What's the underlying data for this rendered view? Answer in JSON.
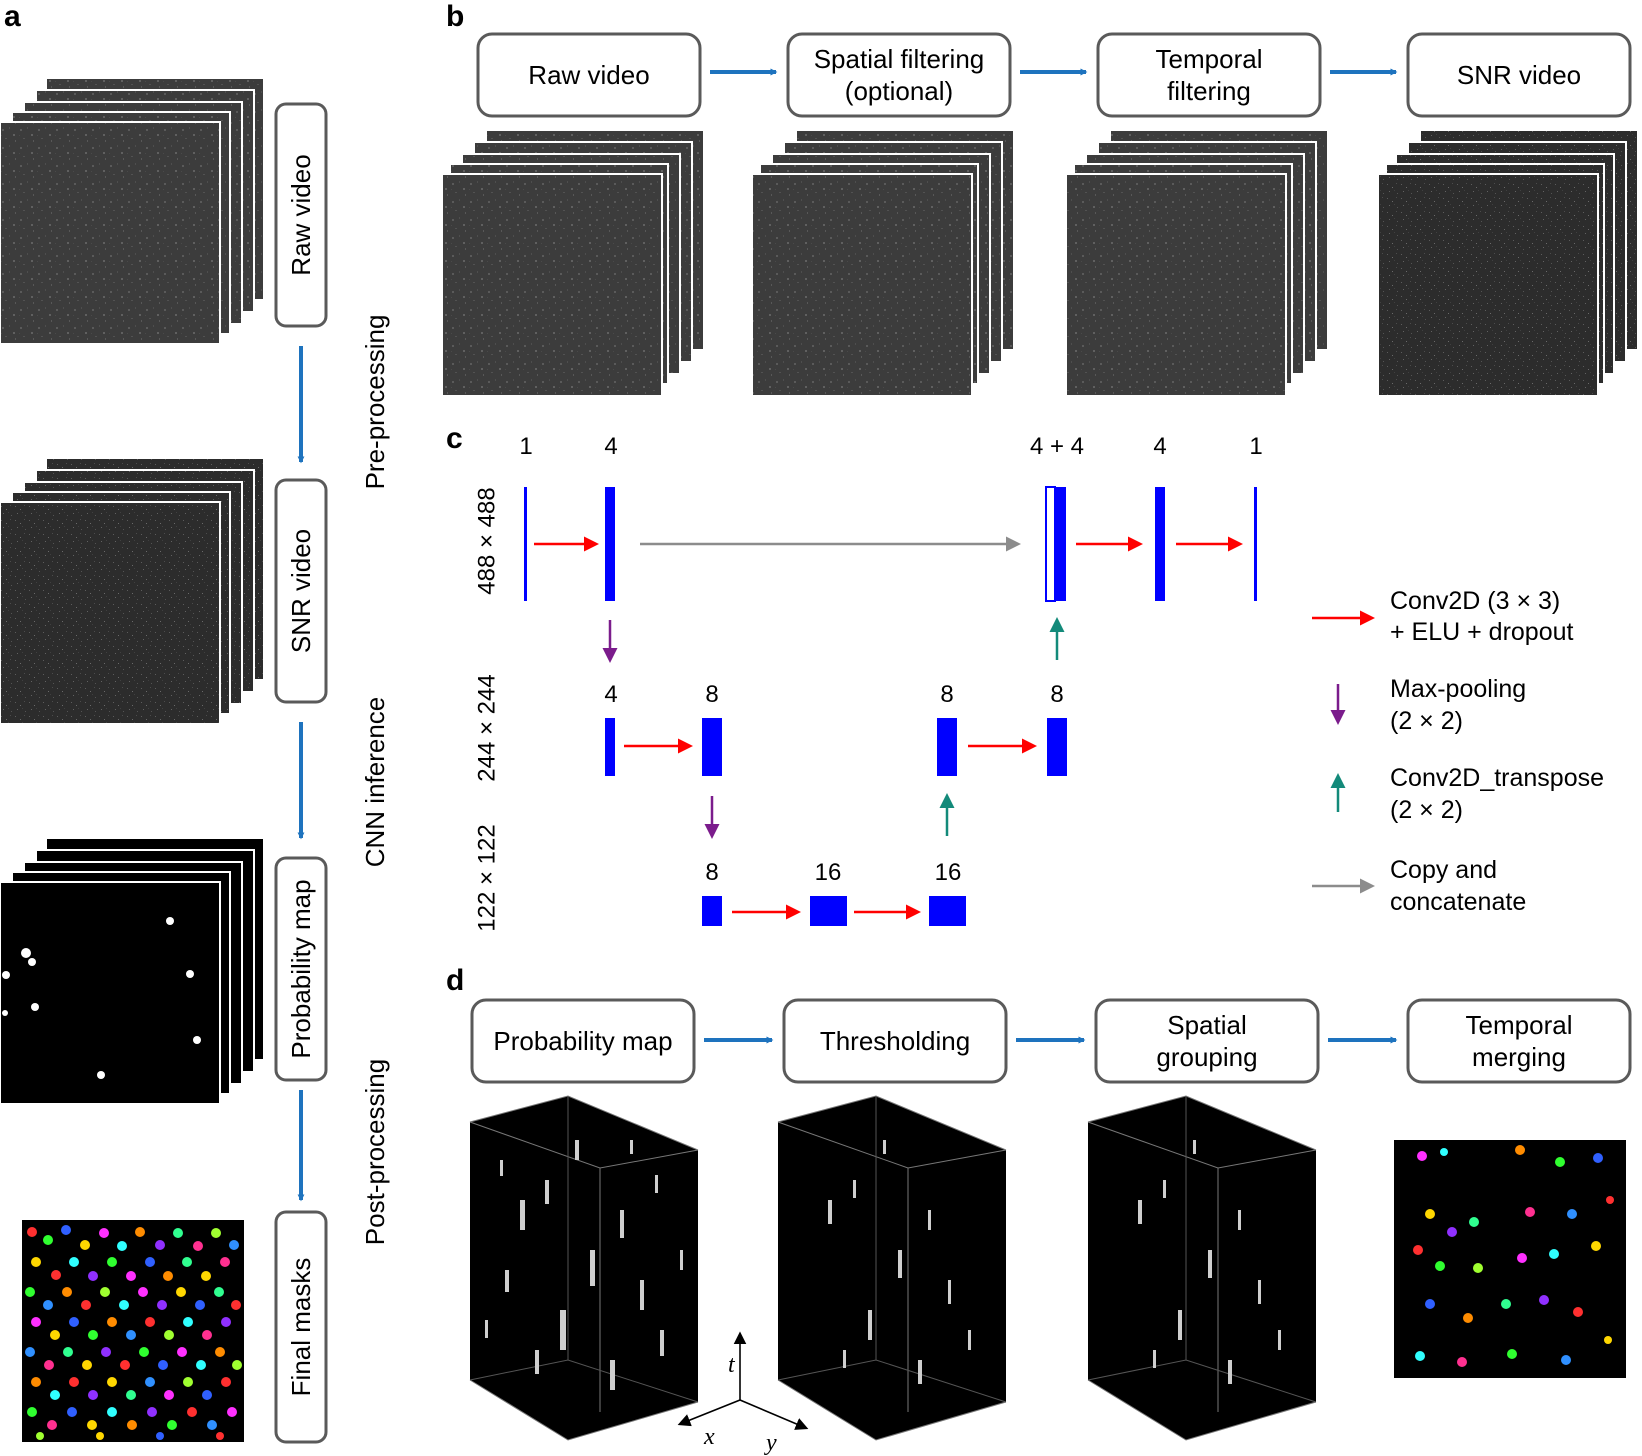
{
  "panels": {
    "a": "a",
    "b": "b",
    "c": "c",
    "d": "d"
  },
  "panel_a": {
    "stages": [
      "Raw video",
      "SNR video",
      "Probability map",
      "Final masks"
    ],
    "sections": [
      "Pre-processing",
      "CNN inference",
      "Post-processing"
    ]
  },
  "panel_b": {
    "boxes": [
      "Raw video",
      "Spatial filtering",
      "(optional)",
      "Temporal",
      "filtering",
      "SNR video"
    ]
  },
  "panel_c": {
    "res": [
      "488 × 488",
      "244 × 244",
      "122 × 122"
    ],
    "top_counts": [
      "1",
      "4",
      "4 + 4",
      "4",
      "1"
    ],
    "mid_counts": [
      "4",
      "8",
      "8",
      "8"
    ],
    "bot_counts": [
      "8",
      "16",
      "16"
    ],
    "legend": {
      "conv": [
        "Conv2D (3 × 3)",
        "+ ELU + dropout"
      ],
      "pool": [
        "Max-pooling",
        "(2 × 2)"
      ],
      "transpose": [
        "Conv2D_transpose",
        "(2 × 2)"
      ],
      "copy": [
        "Copy and",
        "concatenate"
      ]
    }
  },
  "panel_d": {
    "boxes": [
      "Probability map",
      "Thresholding",
      "Spatial",
      "grouping",
      "Temporal",
      "merging"
    ],
    "axes": {
      "t": "t",
      "x": "x",
      "y": "y"
    }
  },
  "colors": {
    "flow_arrow": "#1e73be",
    "box_border": "#5a5a5a",
    "layer": "#0000ff",
    "conv": "#ff0000",
    "pool": "#7b1c8c",
    "transpose": "#138a7a",
    "copy": "#8c8c8c"
  }
}
